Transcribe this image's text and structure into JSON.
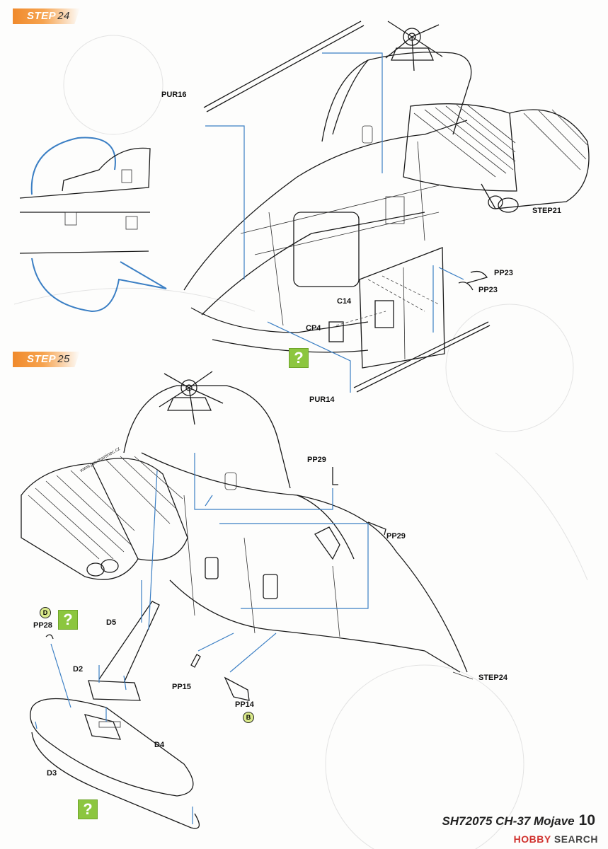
{
  "steps": [
    {
      "tag": "STEP",
      "number": "24"
    },
    {
      "tag": "STEP",
      "number": "25"
    }
  ],
  "step24_labels": {
    "pur16": "PUR16",
    "step21": "STEP21",
    "pp23_a": "PP23",
    "pp23_b": "PP23",
    "c14": "C14",
    "cp4": "CP4",
    "pur14": "PUR14"
  },
  "step25_labels": {
    "pp29_a": "PP29",
    "pp29_b": "PP29",
    "d5": "D5",
    "pp28": "PP28",
    "d2": "D2",
    "pp15": "PP15",
    "pp14": "PP14",
    "step24": "STEP24",
    "d4": "D4",
    "d3": "D3"
  },
  "paint_markers": {
    "d": "D",
    "b": "B"
  },
  "help_icon_glyph": "?",
  "watermark_text": "www.jan-martinec.cz",
  "footer": {
    "title": "SH72075 CH-37 Mojave",
    "page": "10"
  },
  "site_watermark": {
    "brand": "HOBBY",
    "suffix": "SEARCH"
  },
  "colors": {
    "accent": "#f08a2c",
    "arrow": "#3b7fc4",
    "help": "#8cc63f"
  }
}
